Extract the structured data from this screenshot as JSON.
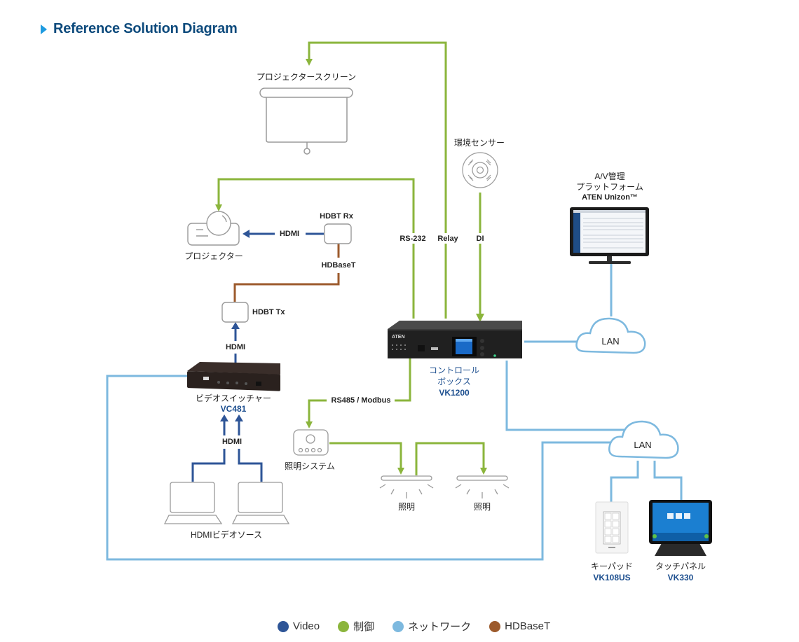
{
  "title": "Reference Solution Diagram",
  "colors": {
    "video": "#2e5597",
    "control": "#8bb53c",
    "network": "#7db9df",
    "hdbaset": "#9c5a2c",
    "title": "#0d4a7c",
    "title_icon": "#1e9be0",
    "model_text": "#1d4f8f"
  },
  "devices": {
    "projector_screen": "プロジェクタースクリーン",
    "env_sensor": "環境センサー",
    "av_platform": [
      "A/V管理",
      "プラットフォーム",
      "ATEN Unizon™"
    ],
    "projector": "プロジェクター",
    "hdbt_rx": "HDBT Rx",
    "hdbt_tx": "HDBT Tx",
    "control_box": {
      "name_line1": "コントロール",
      "name_line2": "ボックス",
      "model": "VK1200"
    },
    "video_switcher": {
      "name": "ビデオスイッチャー",
      "model": "VC481"
    },
    "lighting_system": "照明システム",
    "light1": "照明",
    "light2": "照明",
    "hdmi_sources": "HDMIビデオソース",
    "keypad": {
      "name": "キーパッド",
      "model": "VK108US"
    },
    "touch_panel": {
      "name": "タッチパネル",
      "model": "VK330"
    },
    "lan1": "LAN",
    "lan2": "LAN"
  },
  "connections": {
    "rs232": "RS-232",
    "relay": "Relay",
    "di": "DI",
    "hdmi_projector": "HDMI",
    "hdbaset": "HDBaseT",
    "hdmi_switcher_out": "HDMI",
    "hdmi_switcher_in": "HDMI",
    "rs485": "RS485 / Modbus"
  },
  "legend": [
    {
      "label": "Video",
      "color": "#2e5597"
    },
    {
      "label": "制御",
      "color": "#8bb53c"
    },
    {
      "label": "ネットワーク",
      "color": "#7db9df"
    },
    {
      "label": "HDBaseT",
      "color": "#9c5a2c"
    }
  ]
}
